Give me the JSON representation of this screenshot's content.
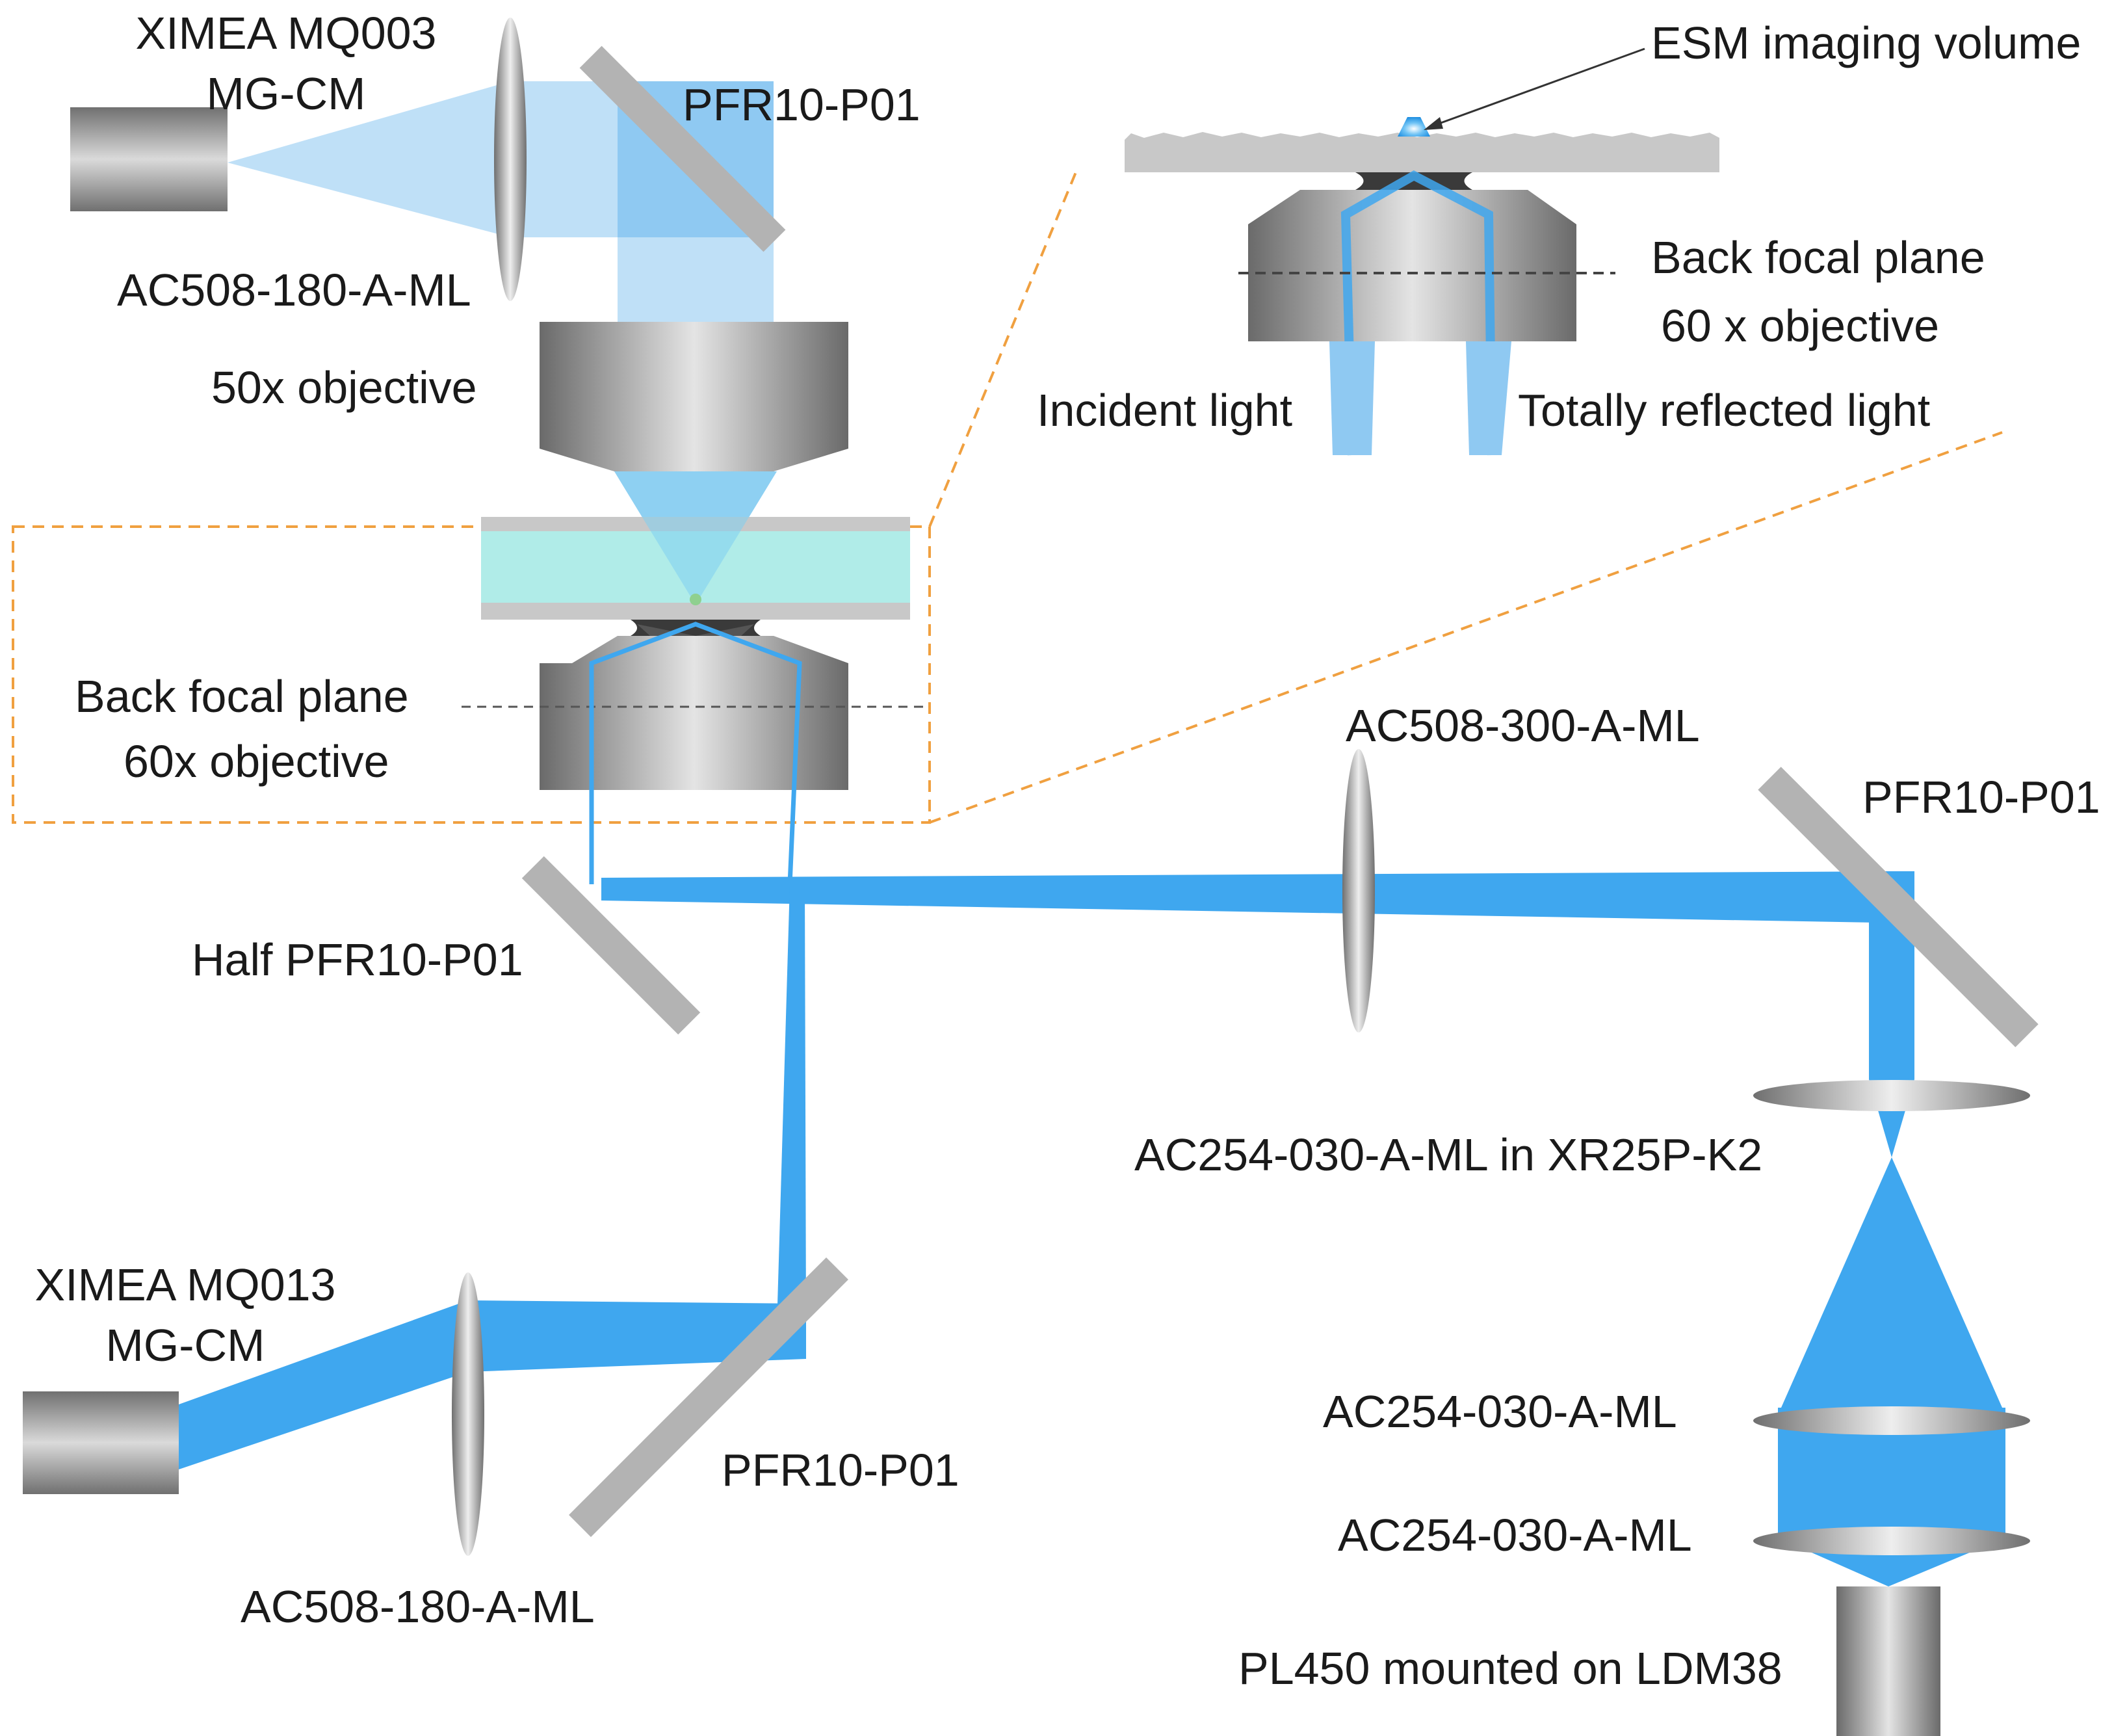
{
  "colors": {
    "beam_dark": "#3fa7ef",
    "beam_light": "#bfe0f7",
    "beam_mid": "#8fc9f2",
    "mirror": "#b3b3b3",
    "inset_border": "#f0a040",
    "sample_fluid": "#b0ece8",
    "sample_glass": "#c8c8c8"
  },
  "labels": {
    "cam_top": [
      "XIMEA MQ003",
      "MG-CM"
    ],
    "lens_top": "AC508-180-A-ML",
    "mirror_top": "PFR10-P01",
    "obj50": "50x objective",
    "bfp_main": [
      "Back focal plane",
      "60x objective"
    ],
    "half_mirror": "Half PFR10-P01",
    "lens_300": "AC508-300-A-ML",
    "mirror_right": "PFR10-P01",
    "lens_xr": "AC254-030-A-ML in XR25P-K2",
    "cam_bottom": [
      "XIMEA MQ013",
      "MG-CM"
    ],
    "mirror_bottom": "PFR10-P01",
    "lens_bottom": "AC508-180-A-ML",
    "lens_254_a": "AC254-030-A-ML",
    "lens_254_b": "AC254-030-A-ML",
    "laser": "PL450 mounted on LDM38"
  },
  "inset": {
    "esm": "ESM imaging volume",
    "bfp": "Back focal plane",
    "obj": "60 x objective",
    "incident": "Incident light",
    "reflected": "Totally reflected light"
  },
  "icons": [
    "camera-icon",
    "lens-icon",
    "mirror-icon",
    "objective-icon",
    "laser-icon"
  ]
}
